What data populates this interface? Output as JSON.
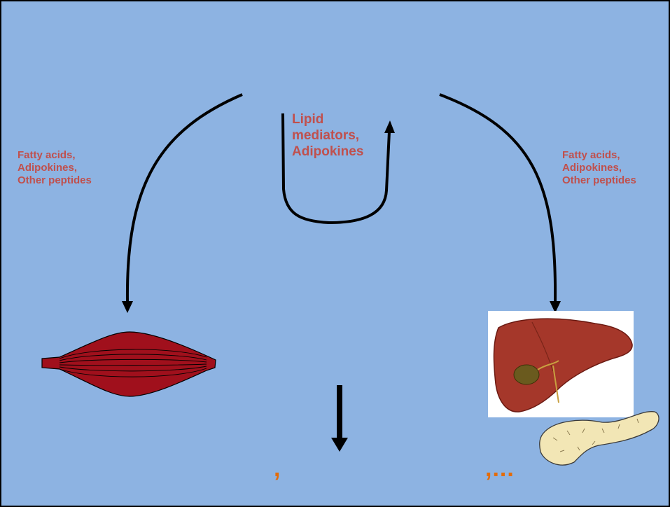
{
  "labels": {
    "left": "Fatty acids,\nAdipokines,\nOther peptides",
    "center": "Lipid\nmediators,\nAdipokines",
    "right": "Fatty acids,\nAdipokines,\nOther peptides"
  },
  "marks": {
    "center": ",",
    "right": ",..."
  },
  "icons": {
    "muscle": "skeletal-muscle-icon",
    "liver": "liver-icon",
    "pancreas": "pancreas-icon"
  },
  "colors": {
    "background": "#8db3e2",
    "label_text": "#c0504d",
    "mark_text": "#e36c09",
    "arrows": "#000000",
    "muscle": "#a0101c",
    "liver": "#a5372a",
    "pancreas": "#f2e6b5"
  }
}
